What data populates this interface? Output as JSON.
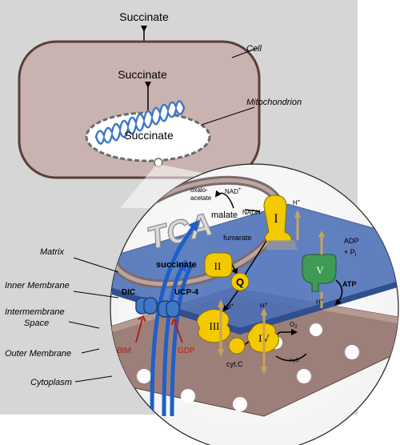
{
  "labels": {
    "succinate_top": "Succinate",
    "succinate_cell": "Succinate",
    "succinate_mito": "Succinate",
    "cell": "Cell",
    "mitochondrion": "Mitochondrion",
    "tca": "TCA",
    "oxaloacetate_1": "oxalo-",
    "oxaloacetate_2": "acetate",
    "nad": "NAD",
    "nad_sup": "+",
    "nadh": "NADH",
    "malate": "malate",
    "fumarate": "fumarate",
    "succinate_matrix": "succinate",
    "complex_1": "I",
    "complex_2": "II",
    "complex_3": "III",
    "complex_4": "IV",
    "complex_5": "V",
    "q": "Q",
    "h_plus": "H",
    "h_plus_sup": "+",
    "adp": "ADP",
    "pi_1": "+ P",
    "pi_sub": "i",
    "atp": "ATP",
    "o2": "O",
    "o2_sub": "2",
    "h2o": "H",
    "h2o_sub": "2",
    "h2o_end": "O",
    "cytc": "cyt.C",
    "dic": "DIC",
    "ucp4": "UCP-4",
    "btm": "BtM",
    "gdp": "GDP",
    "matrix": "Matrix",
    "inner_membrane": "Inner Membrane",
    "intermembrane_1": "Intermembrane",
    "intermembrane_2": "Space",
    "outer_membrane": "Outer Membrane",
    "cytoplasm": "Cytoplasm"
  },
  "colors": {
    "background": "#d6d6d6",
    "cell_fill": "#c9b3b0",
    "cell_stroke": "#5c3c3a",
    "mito_outer": "#6b6b6b",
    "mito_inner": "#3f78c4",
    "membrane_blue": "#4a6fb8",
    "outer_membrane_brown": "#8a6f6a",
    "complex_yellow": "#f3c900",
    "complex_green": "#3f9a55",
    "transport_blue": "#1e5fc8",
    "inhibitor_red": "#b0201a"
  }
}
